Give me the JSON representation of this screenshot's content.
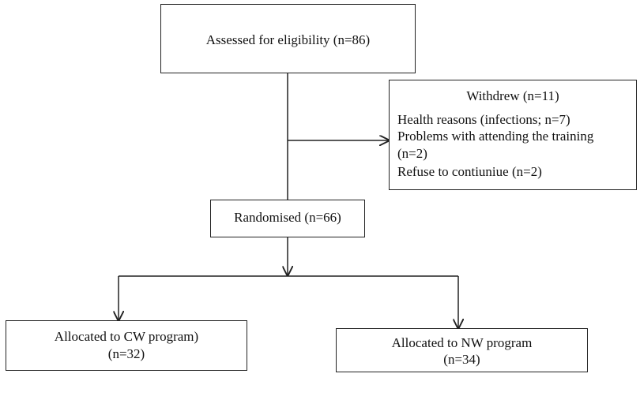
{
  "flowchart": {
    "assessed": {
      "label": "Assessed for eligibility (n=86)"
    },
    "withdrew": {
      "title": "Withdrew (n=11)",
      "reasons": [
        "Health reasons (infections; n=7)",
        "Problems with attending the training",
        "(n=2)",
        "Refuse to contiuniue (n=2)"
      ]
    },
    "randomised": {
      "label": "Randomised (n=66)"
    },
    "allocated_cw": {
      "line1": "Allocated to CW program)",
      "line2": "(n=32)"
    },
    "allocated_nw": {
      "line1": "Allocated to NW program",
      "line2": "(n=34)"
    }
  }
}
